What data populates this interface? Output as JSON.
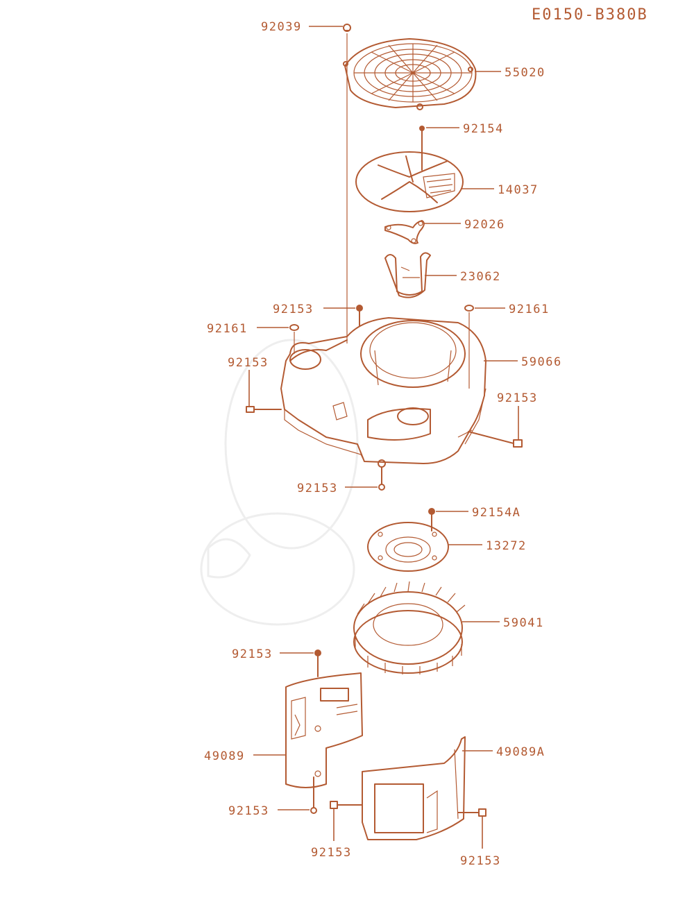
{
  "diagram_code": "E0150-B380B",
  "colors": {
    "line": "#b35a32",
    "background": "#ffffff"
  },
  "labels": {
    "p92039": "92039",
    "p55020": "55020",
    "p92154": "92154",
    "p14037": "14037",
    "p92026": "92026",
    "p23062": "23062",
    "p92153_top": "92153",
    "p92161_right": "92161",
    "p92161_left": "92161",
    "p92153_left": "92153",
    "p59066": "59066",
    "p92153_right": "92153",
    "p92153_bottom": "92153",
    "p92154A": "92154A",
    "p13272": "13272",
    "p59041": "59041",
    "p92153_cover_top": "92153",
    "p49089": "49089",
    "p49089A": "49089A",
    "p92153_cover_bottom": "92153",
    "p92153_low_center": "92153",
    "p92153_low_right": "92153"
  }
}
